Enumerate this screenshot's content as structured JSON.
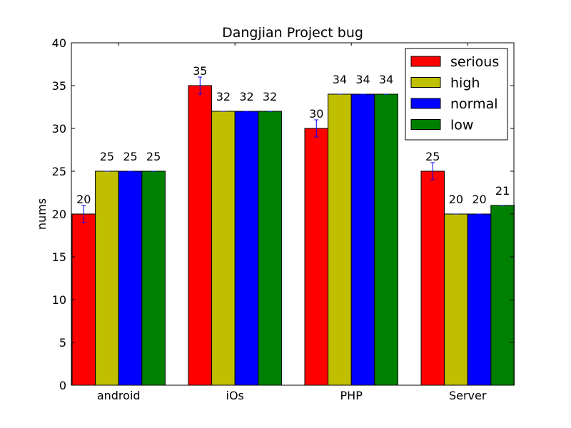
{
  "chart_data": {
    "type": "bar",
    "title": "Dangjian Project bug",
    "xlabel": "",
    "ylabel": "nums",
    "ylim": [
      0,
      40
    ],
    "yticks": [
      0,
      5,
      10,
      15,
      20,
      25,
      30,
      35,
      40
    ],
    "categories": [
      "android",
      "iOs",
      "PHP",
      "Server"
    ],
    "series": [
      {
        "name": "serious",
        "color": "#ff0000",
        "values": [
          20,
          35,
          30,
          25
        ],
        "errors": [
          1,
          1,
          1,
          1
        ]
      },
      {
        "name": "high",
        "color": "#bfbf00",
        "values": [
          25,
          32,
          34,
          20
        ],
        "errors": [
          0,
          0,
          0,
          0
        ]
      },
      {
        "name": "normal",
        "color": "#0000ff",
        "values": [
          25,
          32,
          34,
          20
        ],
        "errors": [
          0,
          0,
          0,
          0
        ]
      },
      {
        "name": "low",
        "color": "#008000",
        "values": [
          25,
          32,
          34,
          21
        ],
        "errors": [
          0,
          0,
          0,
          0
        ]
      }
    ],
    "error_bar_color": "#0000ff",
    "legend_position": "top-right",
    "grid": false
  }
}
